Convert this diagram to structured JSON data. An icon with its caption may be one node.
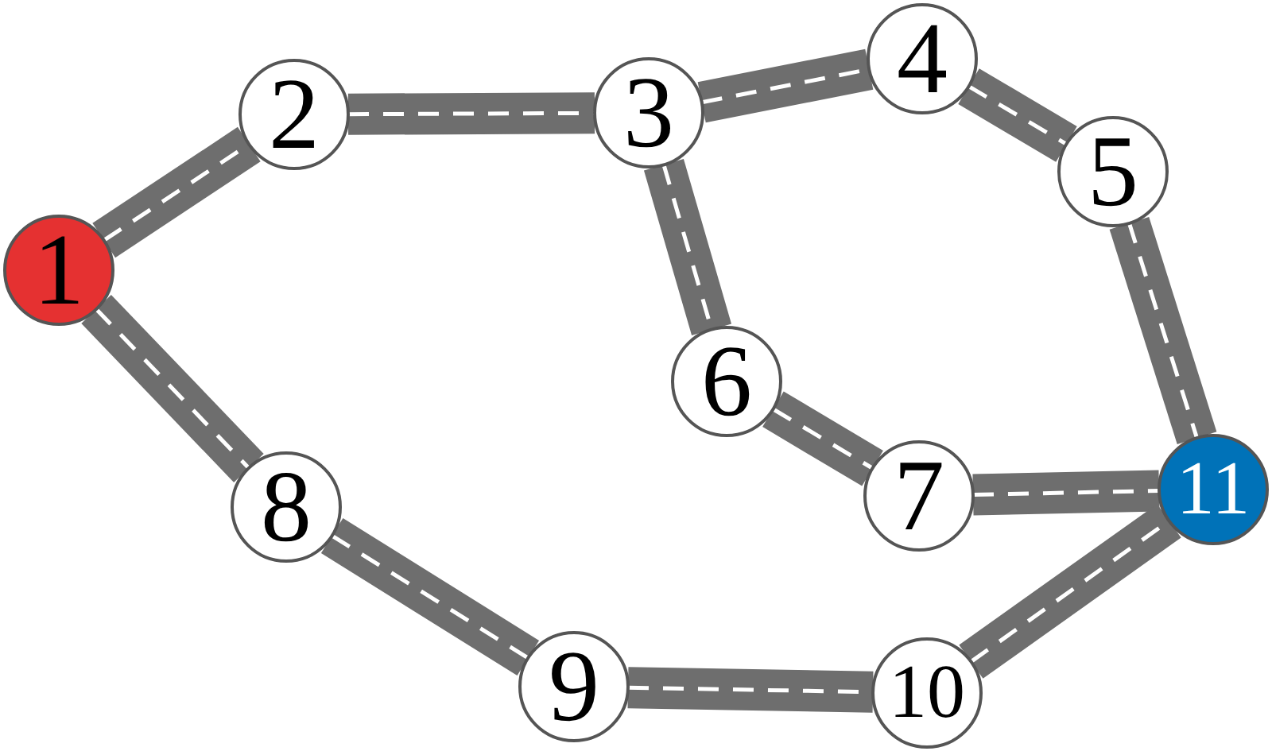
{
  "diagram": {
    "nodes": [
      {
        "text": [
          "1"
        ]
      },
      {
        "text": [
          "2"
        ]
      },
      {
        "text": [
          "3"
        ]
      },
      {
        "text": [
          "4"
        ]
      },
      {
        "text": [
          "5"
        ]
      },
      {
        "text": [
          "6"
        ]
      },
      {
        "text": [
          "7"
        ]
      },
      {
        "text": [
          "8"
        ]
      },
      {
        "text": [
          "9"
        ]
      },
      {
        "text": [
          "10"
        ]
      },
      {
        "text": [
          "11"
        ]
      }
    ],
    "edges": [
      {
        "from": 0,
        "to": 1,
        "arrow": "none"
      },
      {
        "from": 1,
        "to": 2,
        "arrow": "none"
      },
      {
        "from": 2,
        "to": 3,
        "arrow": "none"
      },
      {
        "from": 3,
        "to": 4,
        "arrow": "none"
      },
      {
        "from": 4,
        "to": 10,
        "arrow": "none"
      },
      {
        "from": 2,
        "to": 5,
        "arrow": "none"
      },
      {
        "from": 5,
        "to": 6,
        "arrow": "none"
      },
      {
        "from": 6,
        "to": 10,
        "arrow": "none"
      },
      {
        "from": 0,
        "to": 7,
        "arrow": "none"
      },
      {
        "from": 7,
        "to": 8,
        "arrow": "none"
      },
      {
        "from": 8,
        "to": 9,
        "arrow": "none"
      },
      {
        "from": 9,
        "to": 10,
        "arrow": "none"
      }
    ]
  }
}
